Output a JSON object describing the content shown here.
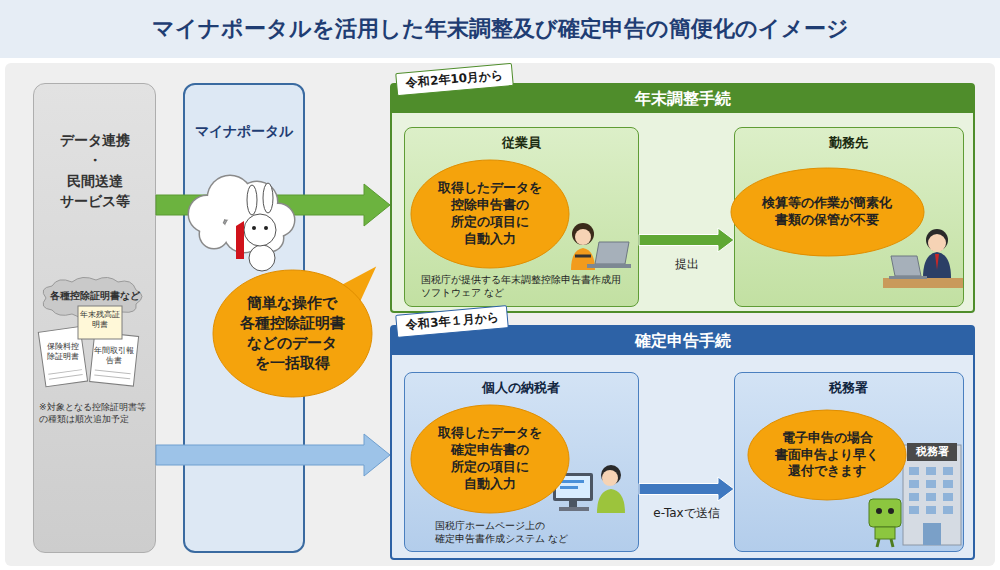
{
  "diagram": {
    "title": "マイナポータルを活用した年末調整及び確定申告の簡便化のイメージ",
    "nodes": [
      {
        "text": [
          "データ連携 ・ 民間送達 サービス等"
        ]
      },
      {
        "text": [
          "マイナポータル"
        ]
      },
      {
        "text": [
          "簡単な操作で 各種控除証明書 などのデータ を一括取得"
        ]
      },
      {
        "text": [
          "令和2年10月から",
          "年末調整手続"
        ]
      },
      {
        "text": [
          "従業員",
          "国税庁が提供する年末調整控除申告書作成用ソフトウェア など"
        ],
        "in": 3
      },
      {
        "text": [
          "取得したデータを 控除申告書の 所定の項目に 自動入力"
        ],
        "in": 4
      },
      {
        "text": [
          "勤務先"
        ],
        "in": 3
      },
      {
        "text": [
          "検算等の作業が簡素化 書類の保管が不要"
        ],
        "in": 6
      },
      {
        "text": [
          "令和3年１月から",
          "確定申告手続"
        ]
      },
      {
        "text": [
          "個人の納税者",
          "国税庁ホームページ上の 確定申告書作成システム など"
        ],
        "in": 8
      },
      {
        "text": [
          "取得したデータを 確定申告書の 所定の項目に 自動入力"
        ],
        "in": 9
      },
      {
        "text": [
          "税務署"
        ],
        "in": 8
      },
      {
        "text": [
          "電子申告の場合 書面申告より早く 還付できます"
        ],
        "in": 11
      }
    ],
    "edges": [
      {
        "from": 0,
        "to": 3,
        "arrow": "to"
      },
      {
        "from": 0,
        "to": 8,
        "arrow": "to"
      },
      {
        "from": 4,
        "to": 6,
        "arrow": "to",
        "label": "提出"
      },
      {
        "from": 9,
        "to": 11,
        "arrow": "to",
        "label": "e-Taxで送信"
      }
    ],
    "labels": [
      "各種控除証明書など",
      "年末残高証明書",
      "保険料控除証明書",
      "年間取引報告書",
      "※対象となる控除証明書等の種類は順次追加予定",
      "税務署"
    ]
  }
}
